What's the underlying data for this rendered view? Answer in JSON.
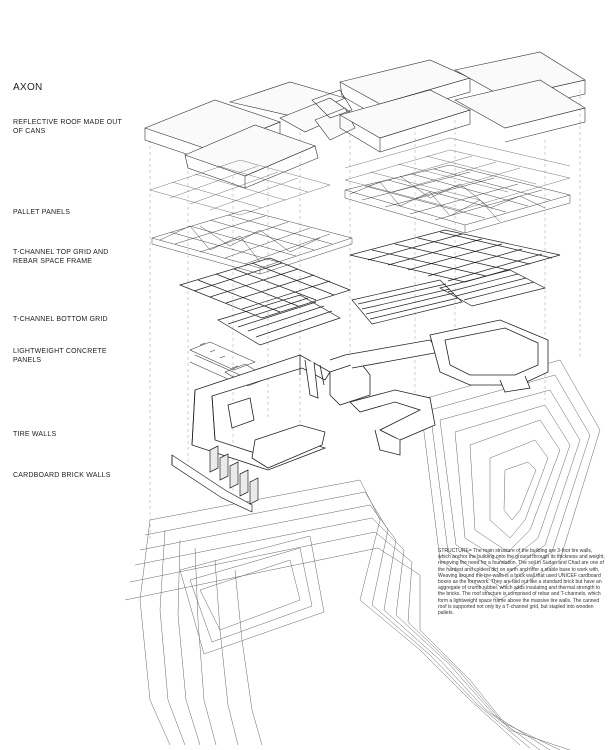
{
  "title": "AXON",
  "labels": [
    {
      "id": "roof",
      "text": "REFLECTIVE ROOF MADE OUT OF CANS"
    },
    {
      "id": "pallet",
      "text": "PALLET PANELS"
    },
    {
      "id": "tgrid-top",
      "text": "T-CHANNEL TOP GRID AND REBAR SPACE FRAME"
    },
    {
      "id": "tgrid-bottom",
      "text": "T-CHANNEL BOTTOM GRID"
    },
    {
      "id": "concrete",
      "text": "LIGHTWEIGHT CONCRETE PANELS"
    },
    {
      "id": "tire",
      "text": "TIRE WALLS"
    },
    {
      "id": "cardboard",
      "text": "CARDBOARD BRICK WALLS"
    }
  ],
  "structure_note": "STRUCTURE= The main structure of the building are 3-foot tire walls, which anchor the building onto the ground through its thickness and weight, removing the need for a foundation. The soil in Sudan and Chad are one of the hardest and coldest dirt on earth and offer a stable base to work with. Weaving around the tire-walls is a brick wall that used UNICEF cardboard boxes as the formwork. They are laid out like a standard brick but have an aggregate of crumb rubber, which adds insulating and thermal strength to the bricks. The roof structure is comprised of rebar and T-channels, which form a lightweight space frame above the massive tire walls. The canned roof is supported not only by a T-channel grid, but stapled into wooden pallets."
}
